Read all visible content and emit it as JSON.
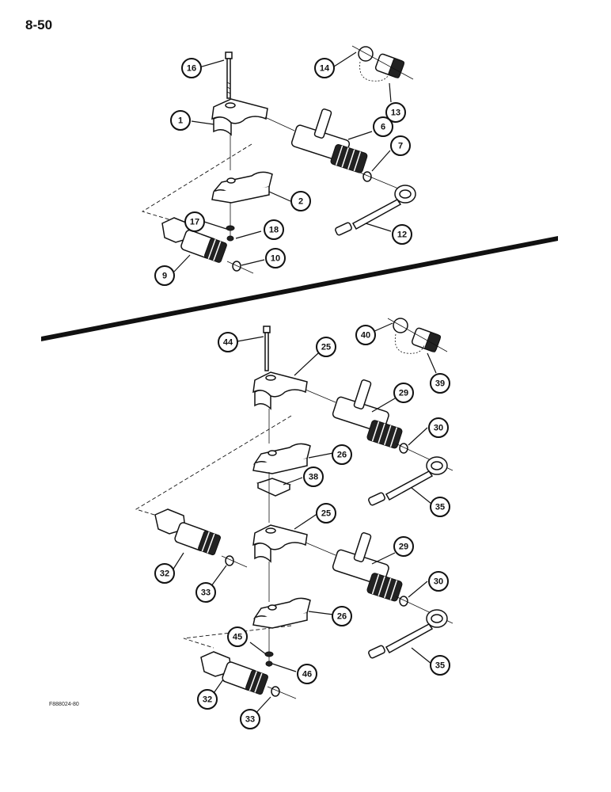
{
  "page_number": "8-50",
  "figure_code": "F888024-80",
  "callouts_top": [
    "16",
    "14",
    "13",
    "1",
    "6",
    "7",
    "2",
    "17",
    "18",
    "12",
    "9",
    "10"
  ],
  "callouts_bottom": [
    "44",
    "40",
    "39",
    "25",
    "29",
    "30",
    "26",
    "38",
    "35",
    "25",
    "29",
    "30",
    "32",
    "33",
    "26",
    "45",
    "46",
    "35",
    "32",
    "33"
  ]
}
